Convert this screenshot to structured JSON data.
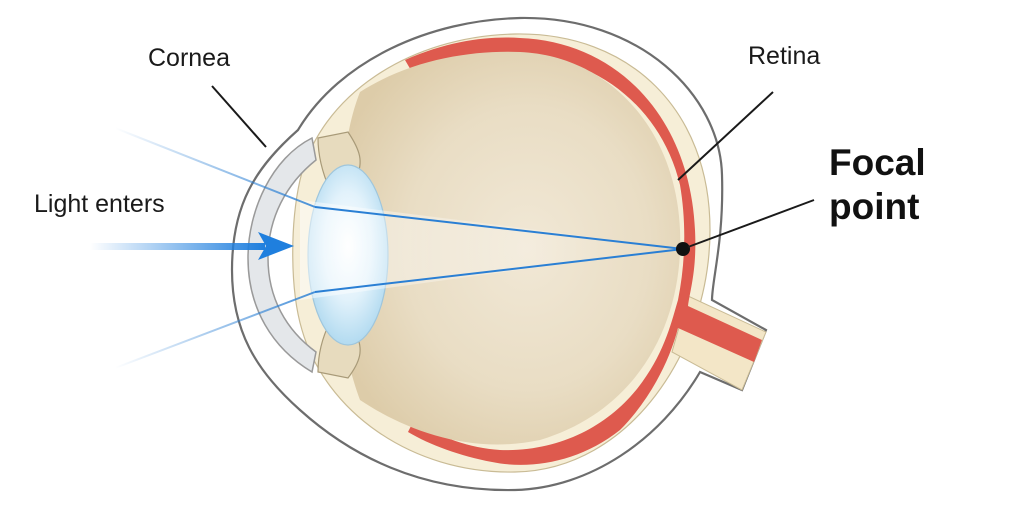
{
  "labels": {
    "cornea": "Cornea",
    "retina": "Retina",
    "light_enters": "Light enters",
    "focal_point_line1": "Focal",
    "focal_point_line2": "point"
  },
  "colors": {
    "outline": "#6d6d6d",
    "sclera_fill": "#f6eed7",
    "vitreous_fill": "#e9dcc1",
    "retina": "#de5a4e",
    "lens": "#cfe9f7",
    "light_ray": "#2a7fd4",
    "arrow": "#1f7fde",
    "leader_line": "#1a1a1a"
  }
}
